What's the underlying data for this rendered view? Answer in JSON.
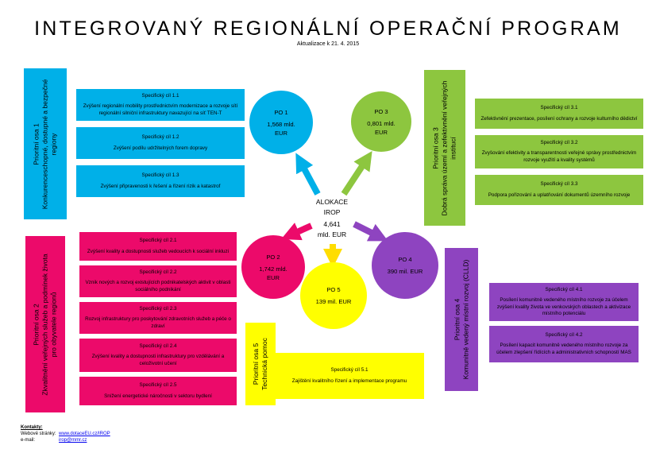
{
  "title": "INTEGROVANÝ REGIONÁLNÍ OPERAČNÍ PROGRAM",
  "subtitle": "Aktualizace k 21. 4. 2015",
  "center": {
    "lines": [
      "ALOKACE",
      "IROP",
      "4,641",
      "mld. EUR"
    ]
  },
  "axes": [
    {
      "id": "1",
      "label_lines": [
        "Prioritní osa 1",
        "Konkurenceschopné, dostupné a bezpečné",
        "regiony"
      ],
      "circle_name": "PO 1",
      "circle_amount": [
        "1,568 mld.",
        "EUR"
      ],
      "color": "#00b0e8",
      "goals": [
        {
          "name": "Specifický cíl 1.1",
          "text": "Zvýšení regionální mobility prostřednictvím modernizace a rozvoje sítí regionální silniční infrastruktury navazující na síť TEN-T"
        },
        {
          "name": "Specifický cíl 1.2",
          "text": "Zvýšení podílu udržitelných forem dopravy"
        },
        {
          "name": "Specifický cíl 1.3",
          "text": "Zvýšení připravenosti k řešení a řízení rizik a katastrof"
        }
      ]
    },
    {
      "id": "2",
      "label_lines": [
        "Prioritní osa 2",
        "Zkvalitnění veřejných služeb a podmínek života",
        "pro obyvatele regionů"
      ],
      "circle_name": "PO 2",
      "circle_amount": [
        "1,742 mld.",
        "EUR"
      ],
      "color": "#ec0a6a",
      "goals": [
        {
          "name": "Specifický cíl 2.1",
          "text": "Zvýšení kvality a dostupnosti služeb vedoucích k sociální inkluzi"
        },
        {
          "name": "Specifický cíl 2.2",
          "text": "Vznik nových a rozvoj existujících podnikatelských aktivit v oblasti sociálního podnikání"
        },
        {
          "name": "Specifický cíl 2.3",
          "text": "Rozvoj infrastruktury pro poskytování zdravotních služeb a péče o zdraví"
        },
        {
          "name": "Specifický cíl 2.4",
          "text": "Zvýšení kvality a dostupnosti infrastruktury pro vzdělávání a celoživotní učení"
        },
        {
          "name": "Specifický cíl 2.5",
          "text": "Snížení energetické náročnosti v sektoru bydlení"
        }
      ]
    },
    {
      "id": "3",
      "label_lines": [
        "Prioritní osa 3",
        "Dobrá správa území a zefektivnění veřejných",
        "institucí"
      ],
      "circle_name": "PO 3",
      "circle_amount": [
        "0,801 mld.",
        "EUR"
      ],
      "color": "#8dc63f",
      "goals": [
        {
          "name": "Specifický cíl 3.1",
          "text": "Zefektivnění prezentace, posílení ochrany a rozvoje kulturního dědictví"
        },
        {
          "name": "Specifický cíl 3.2",
          "text": "Zvyšování efektivity a transparentnosti veřejné správy prostřednictvím rozvoje využití a kvality systémů"
        },
        {
          "name": "Specifický cíl 3.3",
          "text": "Podpora pořizování a uplatňování dokumentů územního rozvoje"
        }
      ]
    },
    {
      "id": "4",
      "label_lines": [
        "Prioritní osa 4",
        "Komunitně vedený místní rozvoj (CLLD)"
      ],
      "circle_name": "PO 4",
      "circle_amount": [
        "390 mil. EUR"
      ],
      "color": "#8e44c0",
      "goals": [
        {
          "name": "Specifický cíl 4.1",
          "text": "Posílení komunitně vedeného místního rozvoje za účelem zvýšení kvality života ve venkovských oblastech a aktivizace místního potenciálu"
        },
        {
          "name": "Specifický cíl 4.2",
          "text": "Posílení kapacit komunitně vedeného místního rozvoje za účelem zlepšení řídících a administrativních schopností MAS"
        }
      ]
    },
    {
      "id": "5",
      "label_lines": [
        "Prioritní osa 5",
        "Technická pomoc"
      ],
      "circle_name": "PO 5",
      "circle_amount": [
        "139 mil. EUR"
      ],
      "color": "#ffff00",
      "goals": [
        {
          "name": "Specifický cíl 5.1",
          "text": "Zajištění kvalitního řízení a implementace programu"
        }
      ]
    }
  ],
  "contacts": {
    "heading": "Kontakty:",
    "web_label": "Webové stránky:",
    "web_value": "www.dotaceEU.cz/IROP",
    "email_label": "e-mail:",
    "email_value": "irop@mmr.cz"
  }
}
